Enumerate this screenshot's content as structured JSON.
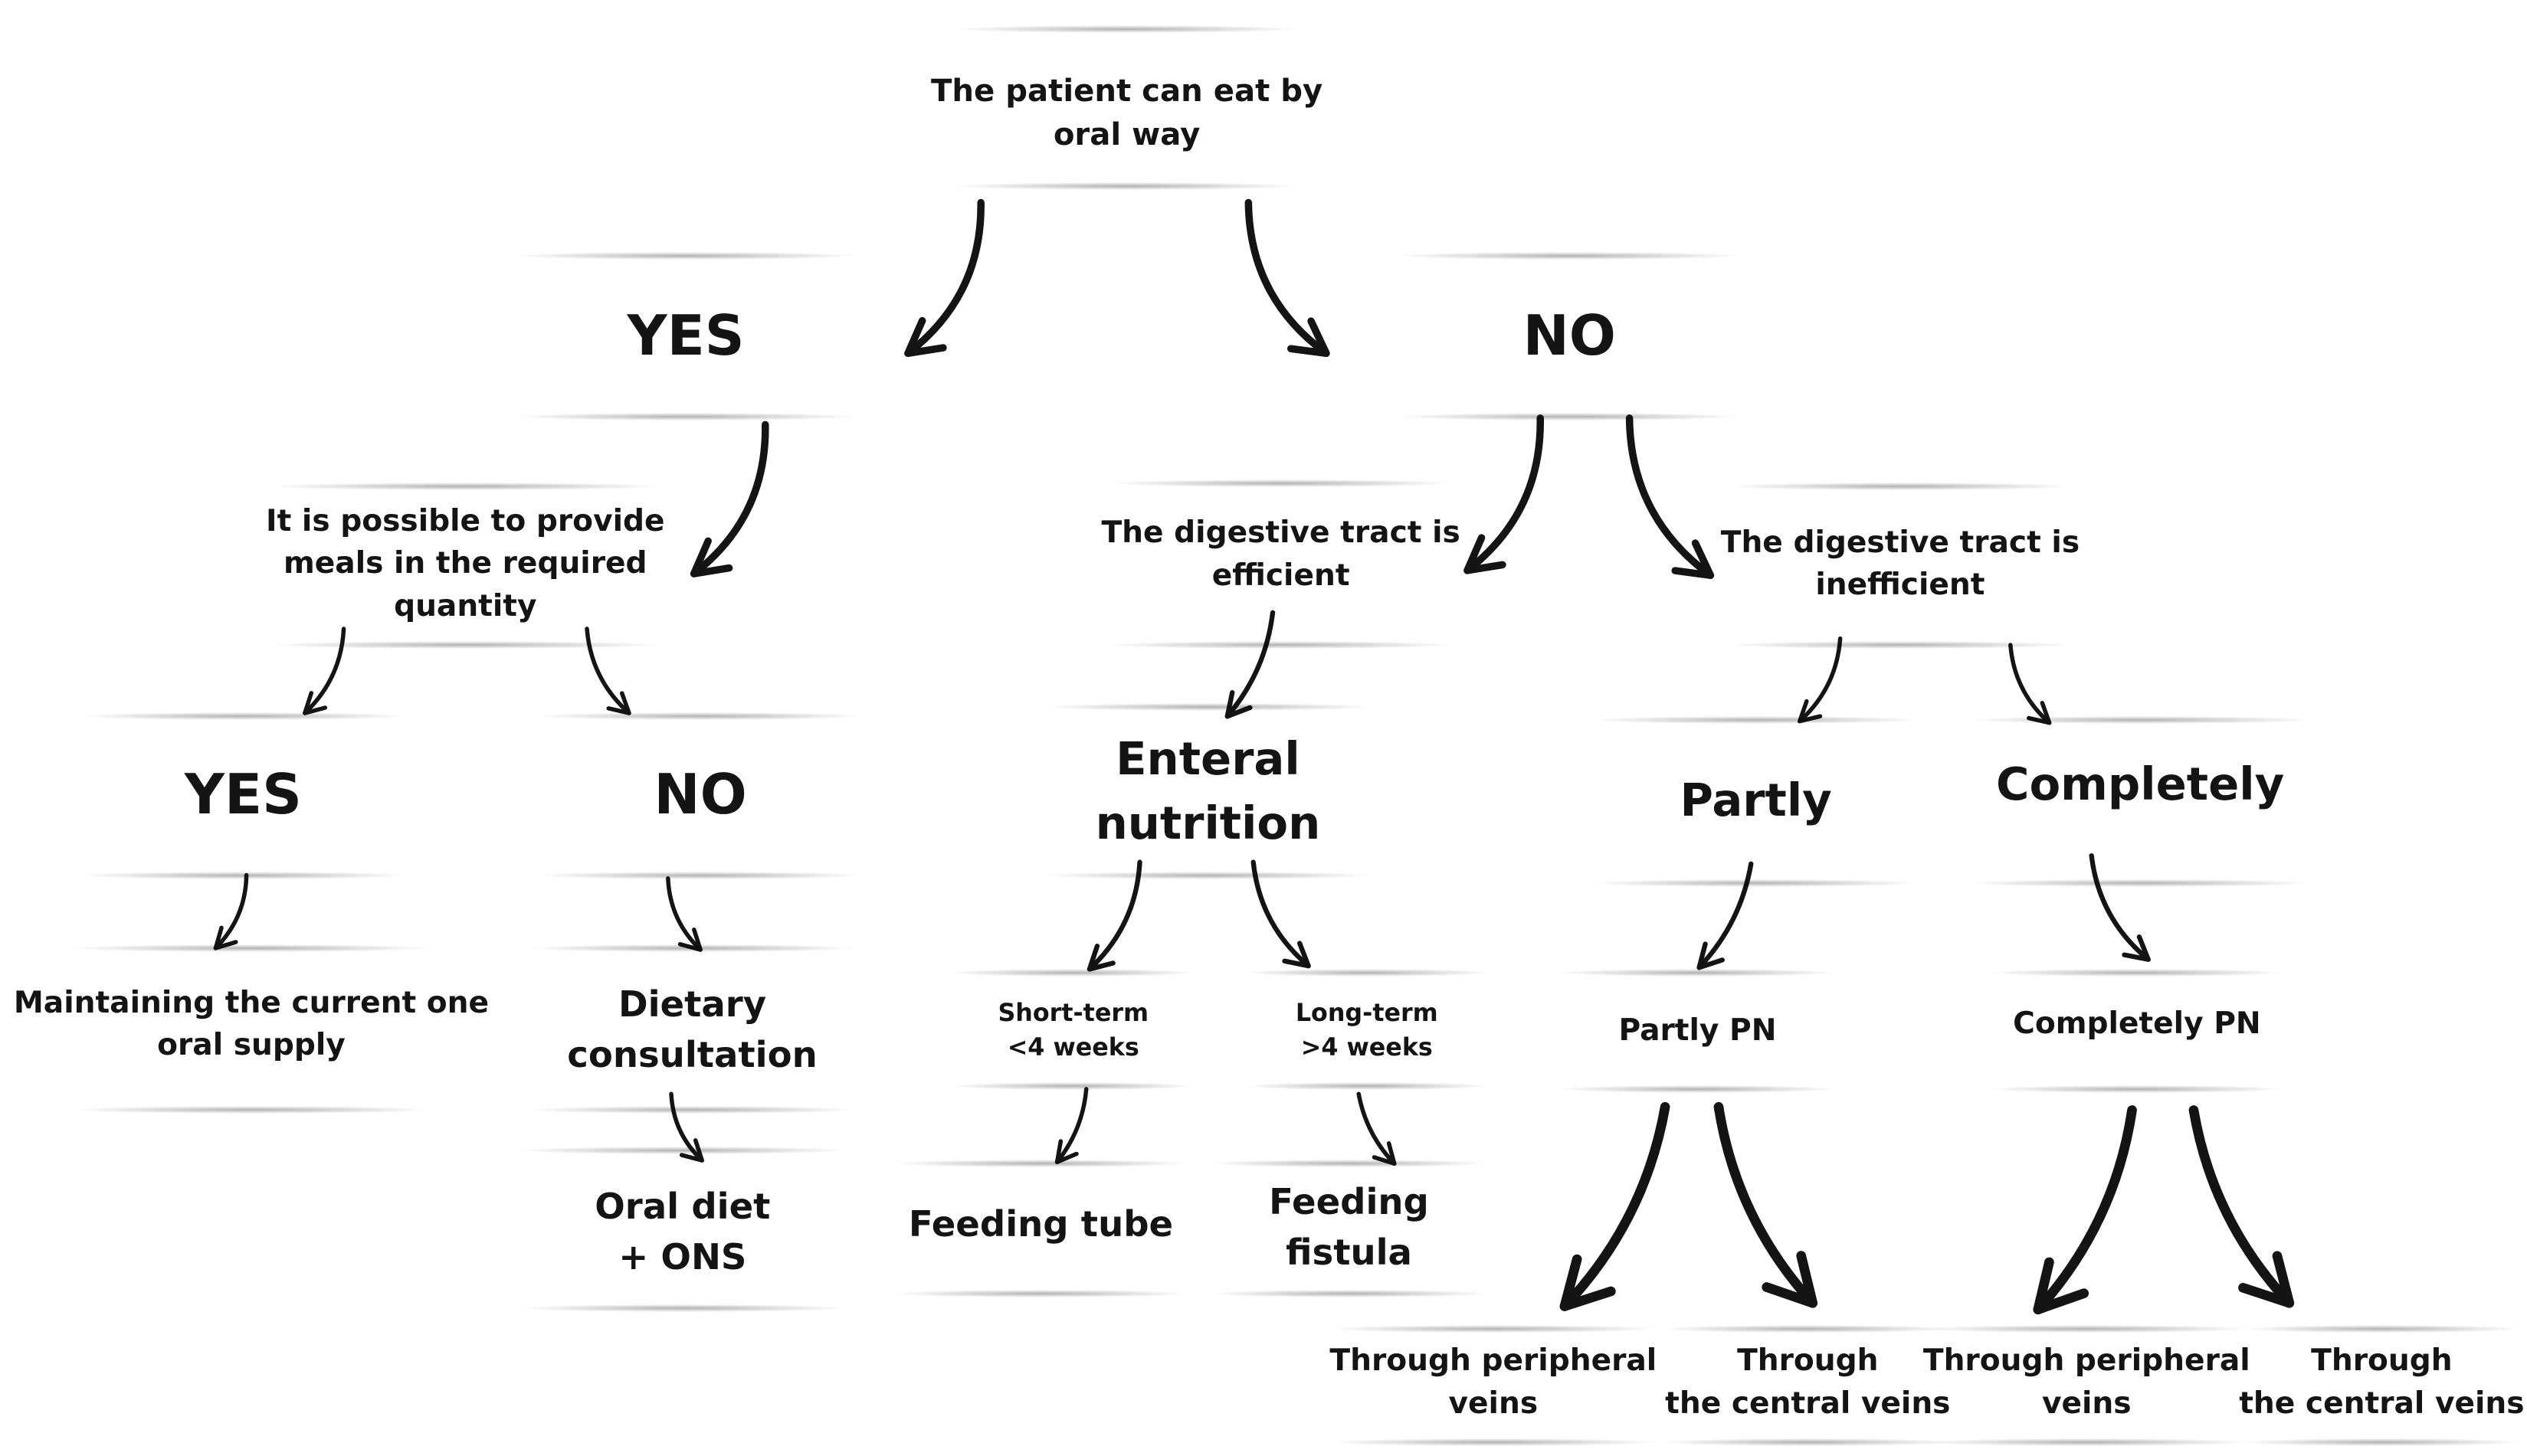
{
  "nodes": {
    "root": "The patient can eat by\noral way",
    "yes_1": "YES",
    "no_1": "NO",
    "meals_question": "It is possible to provide\nmeals in the required\nquantity",
    "yes_2": "YES",
    "no_2": "NO",
    "maintain": "Maintaining the current one\noral supply",
    "dietary": "Dietary\nconsultation",
    "oral_diet": "Oral diet\n+ ONS",
    "efficient": "The digestive tract is\nefficient",
    "enteral": "Enteral\nnutrition",
    "short_term": "Short-term\n<4 weeks",
    "long_term": "Long-term\n>4 weeks",
    "feeding_tube": "Feeding tube",
    "feeding_fistula": "Feeding\nfistula",
    "inefficient": "The digestive tract is\ninefficient",
    "partly": "Partly",
    "completely": "Completely",
    "partly_pn": "Partly PN",
    "completely_pn": "Completely PN",
    "partly_peripheral": "Through peripheral\nveins",
    "partly_central": "Through\nthe central veins",
    "completely_peripheral": "Through peripheral\nveins",
    "completely_central": "Through\nthe central veins"
  },
  "edges": [
    [
      "root",
      "yes_1"
    ],
    [
      "root",
      "no_1"
    ],
    [
      "yes_1",
      "meals_question"
    ],
    [
      "meals_question",
      "yes_2"
    ],
    [
      "meals_question",
      "no_2"
    ],
    [
      "yes_2",
      "maintain"
    ],
    [
      "no_2",
      "dietary"
    ],
    [
      "dietary",
      "oral_diet"
    ],
    [
      "no_1",
      "efficient"
    ],
    [
      "no_1",
      "inefficient"
    ],
    [
      "efficient",
      "enteral"
    ],
    [
      "enteral",
      "short_term"
    ],
    [
      "enteral",
      "long_term"
    ],
    [
      "short_term",
      "feeding_tube"
    ],
    [
      "long_term",
      "feeding_fistula"
    ],
    [
      "inefficient",
      "partly"
    ],
    [
      "inefficient",
      "completely"
    ],
    [
      "partly",
      "partly_pn"
    ],
    [
      "completely",
      "completely_pn"
    ],
    [
      "partly_pn",
      "partly_peripheral"
    ],
    [
      "partly_pn",
      "partly_central"
    ],
    [
      "completely_pn",
      "completely_peripheral"
    ],
    [
      "completely_pn",
      "completely_central"
    ]
  ],
  "colors": {
    "ink": "#141414",
    "background": "#ffffff"
  }
}
